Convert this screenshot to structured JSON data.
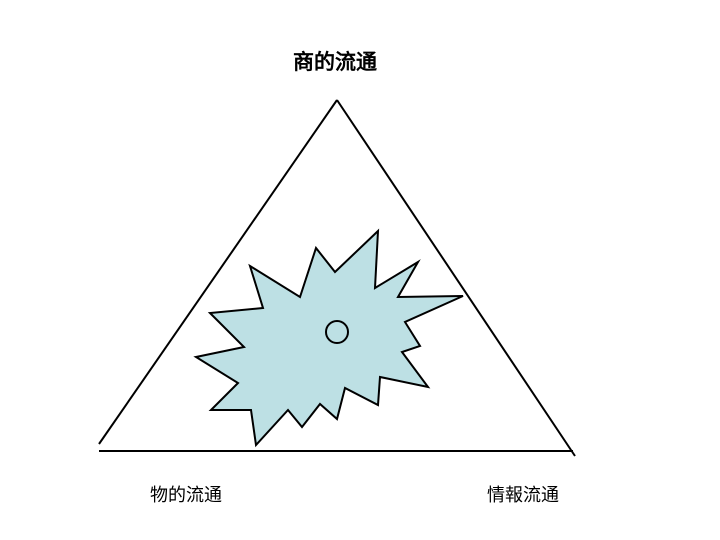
{
  "diagram": {
    "top_label": "商的流通",
    "bottom_left_label": "物的流通",
    "bottom_right_label": "情報流通",
    "colors": {
      "line": "#000000",
      "star_fill": "#bde0e4",
      "background": "#ffffff"
    },
    "shapes": [
      "triangle",
      "jagged-star-burst",
      "center-circle"
    ]
  }
}
